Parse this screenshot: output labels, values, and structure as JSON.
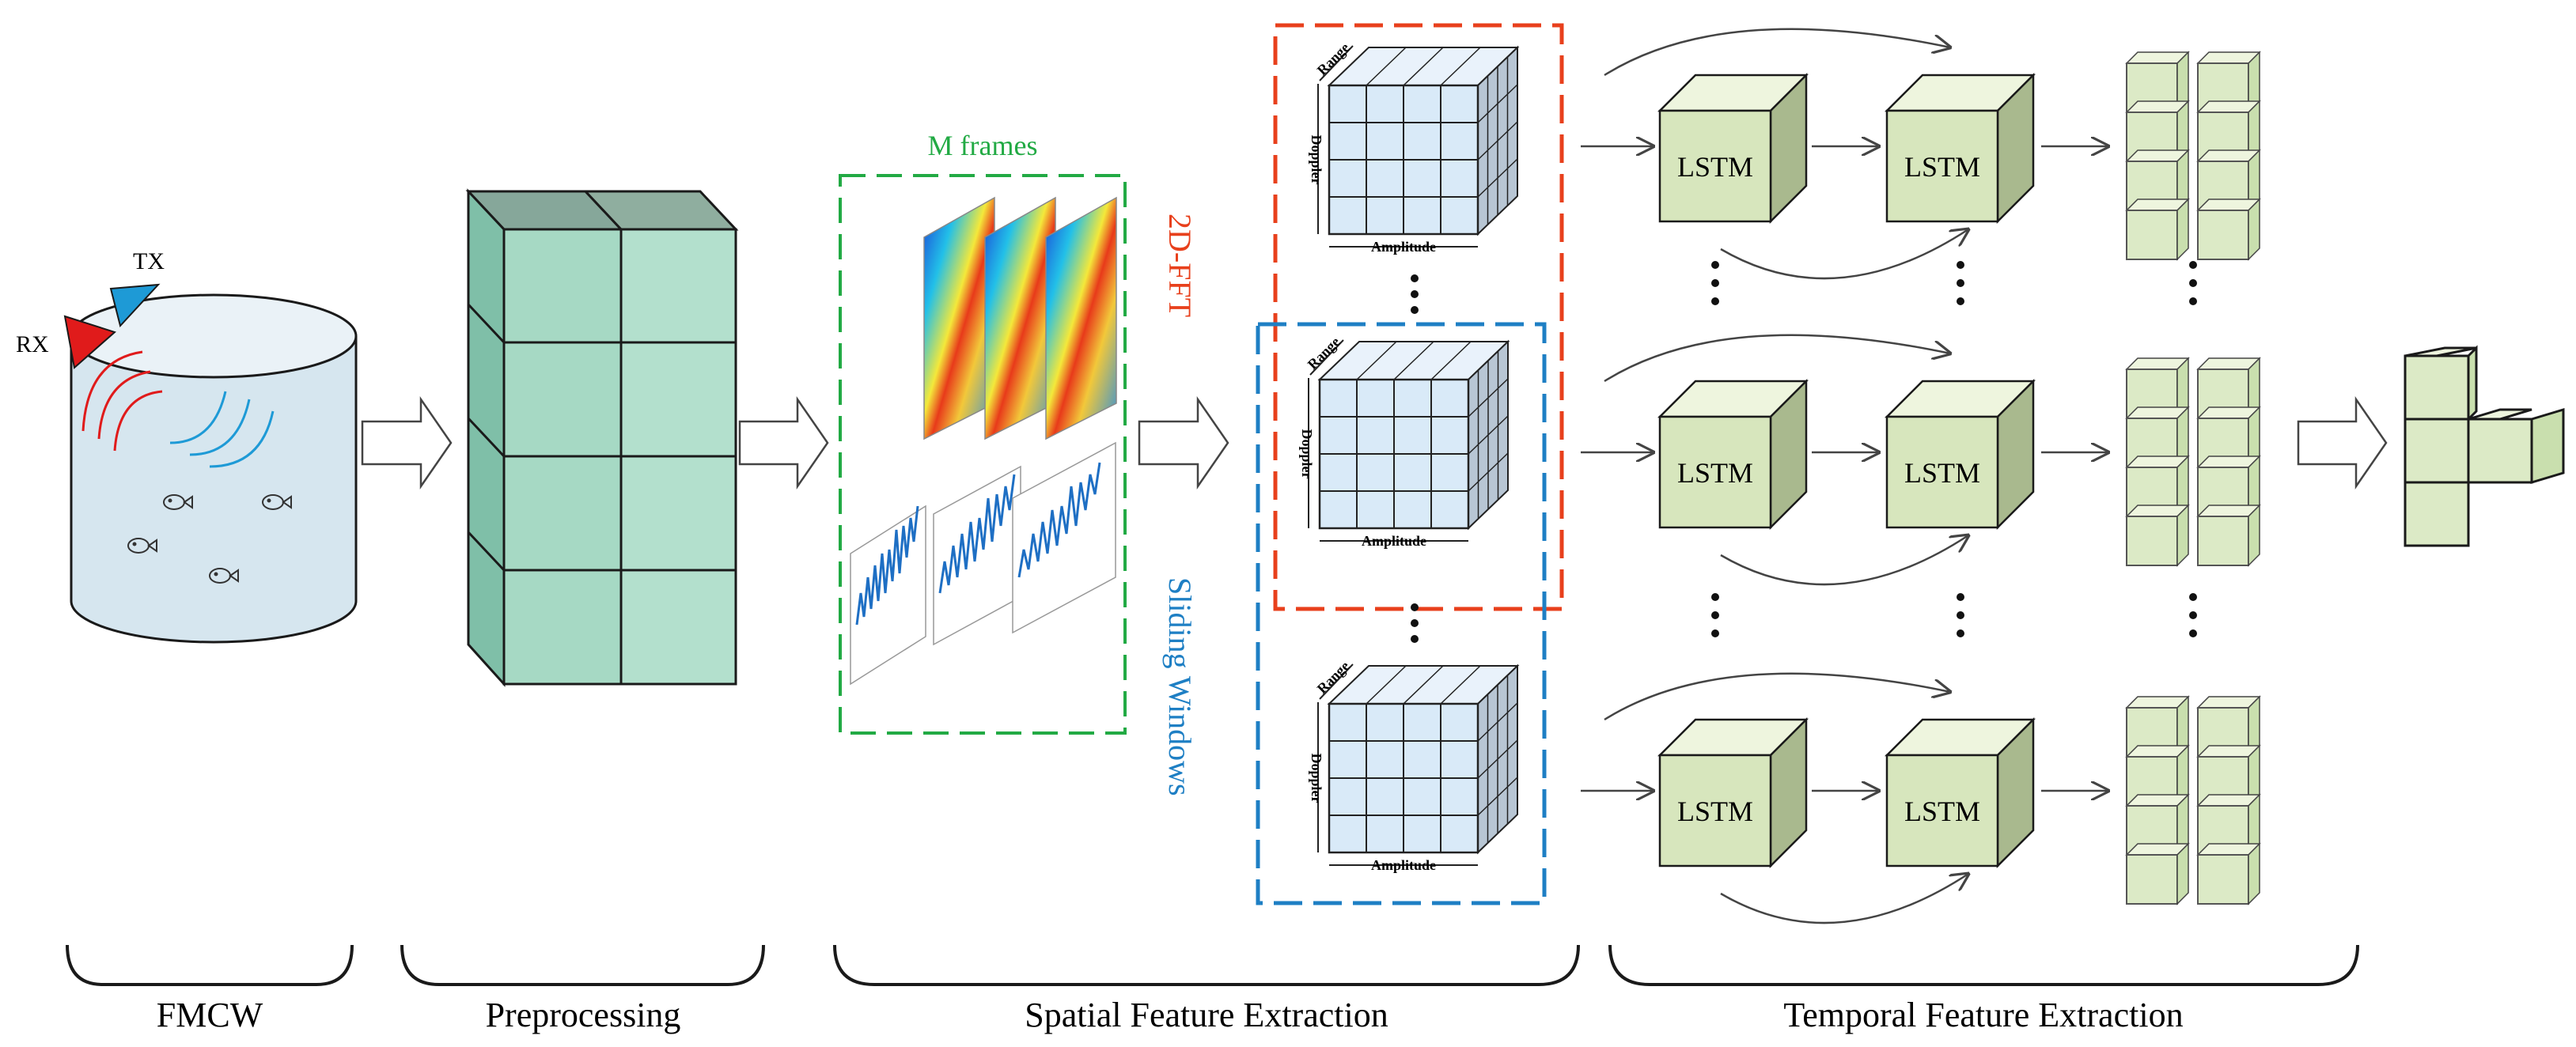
{
  "fmcw": {
    "tx_label": "TX",
    "rx_label": "RX"
  },
  "spatial": {
    "frames_label": "M frames",
    "fft_label": "2D-FFT",
    "windows_label": "Sliding Windows",
    "cube_labels": {
      "range": "Range",
      "doppler": "Doppler",
      "amplitude": "Amplitude"
    }
  },
  "temporal": {
    "lstm_label": "LSTM"
  },
  "stages": {
    "fmcw": "FMCW",
    "preprocessing": "Preprocessing",
    "spatial": "Spatial Feature Extraction",
    "temporal": "Temporal Feature Extraction"
  },
  "colors": {
    "tank": "#d6e6ef",
    "tx": "#1e9ad6",
    "rx": "#e01b1b",
    "prep_front": "#b3e0cd",
    "prep_top": "#86a79a",
    "frames_border": "#22aa44",
    "fft_border": "#e8401c",
    "windows_border": "#1e7fc4",
    "doppler_cube": "#d9eaf8",
    "lstm_front": "#d7e6bd",
    "lstm_top": "#eef5de",
    "lstm_side": "#a9b98e",
    "feature": "#dceac6",
    "feature_dark": "#c9dfae"
  }
}
